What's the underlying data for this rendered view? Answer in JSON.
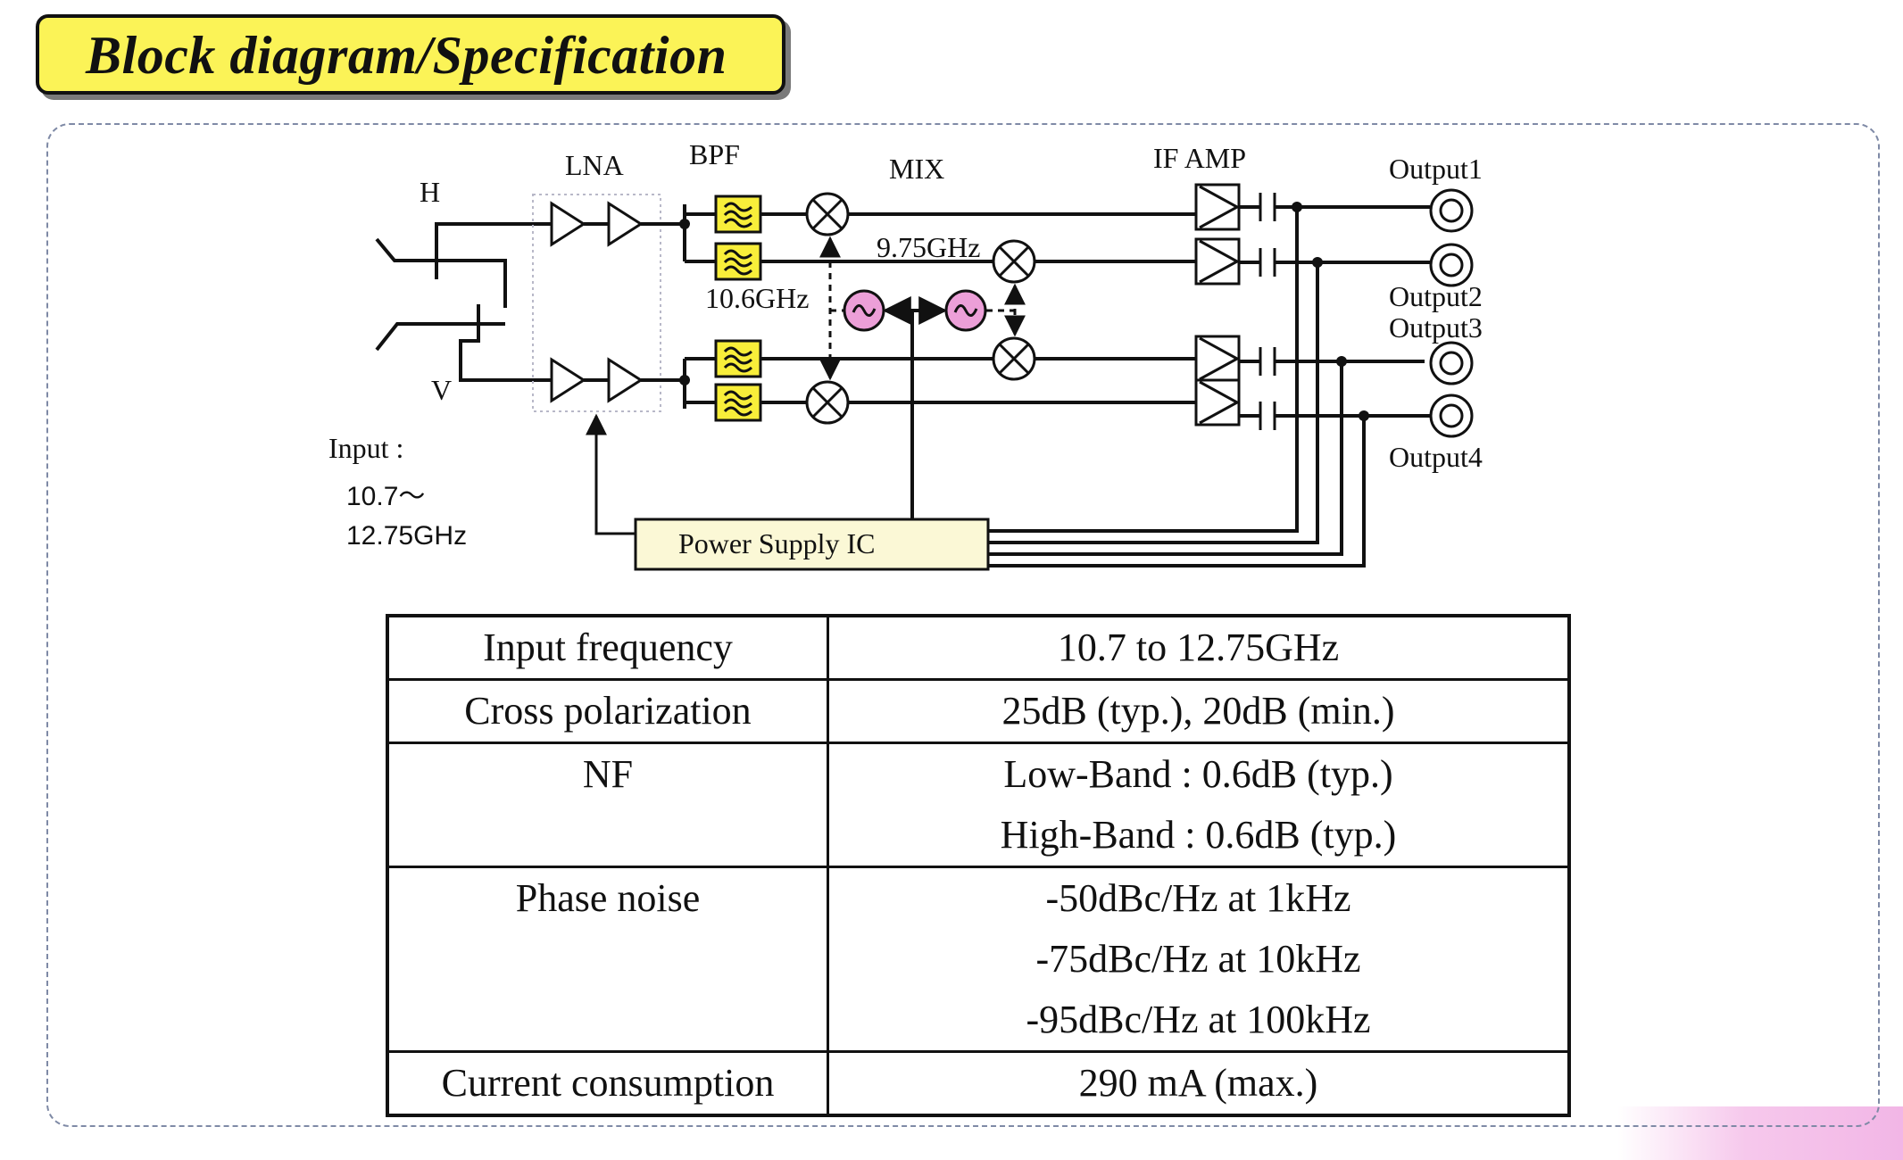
{
  "banner": {
    "title": "Block diagram/Specification"
  },
  "colors": {
    "banner_fill": "#fbf357",
    "filter_fill": "#f8ee3a",
    "oscillator_fill": "#ec9fd8",
    "power_supply_fill": "#fbf8d6",
    "panel_border": "#7f8aa6"
  },
  "diagram": {
    "polarization_labels": {
      "h": "H",
      "v": "V"
    },
    "stage_labels": {
      "lna": "LNA",
      "bpf": "BPF",
      "mix": "MIX",
      "if_amp": "IF AMP"
    },
    "lo_labels": {
      "low": "10.6GHz",
      "high": "9.75GHz"
    },
    "input_label": {
      "title": "Input :",
      "range_line1": "10.7～",
      "range_line2": "12.75GHz"
    },
    "power_supply": "Power Supply IC",
    "outputs": [
      "Output1",
      "Output2",
      "Output3",
      "Output4"
    ]
  },
  "spec_table": {
    "rows": [
      {
        "label": "Input frequency",
        "values": [
          "10.7 to 12.75GHz"
        ]
      },
      {
        "label": "Cross polarization",
        "values": [
          "25dB (typ.), 20dB (min.)"
        ]
      },
      {
        "label": "NF",
        "values": [
          "Low-Band : 0.6dB (typ.)",
          "High-Band : 0.6dB (typ.)"
        ]
      },
      {
        "label": "Phase noise",
        "values": [
          "-50dBc/Hz at 1kHz",
          "-75dBc/Hz at 10kHz",
          "-95dBc/Hz at 100kHz"
        ]
      },
      {
        "label": "Current consumption",
        "values": [
          "290 mA (max.)"
        ]
      }
    ]
  }
}
